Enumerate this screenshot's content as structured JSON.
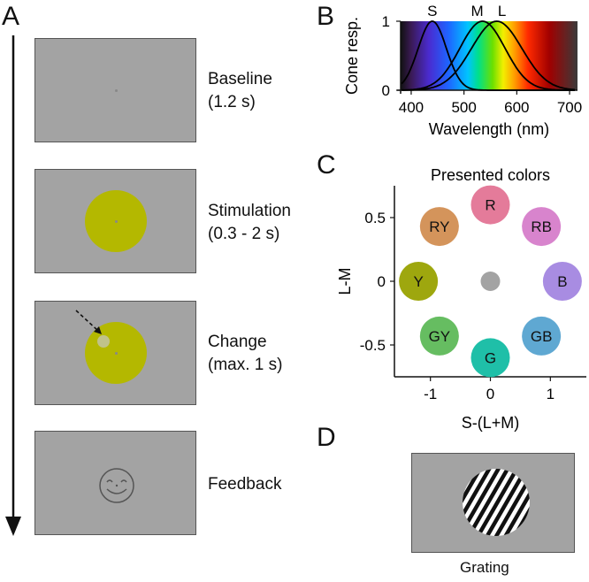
{
  "panelA": {
    "letter": "A",
    "steps": [
      {
        "label": "Baseline\n(1.2 s)"
      },
      {
        "label": "Stimulation\n(0.3 - 2 s)"
      },
      {
        "label": "Change\n(max. 1 s)"
      },
      {
        "label": "Feedback"
      }
    ],
    "colors": {
      "screen": "#a3a3a3",
      "stimulus": "#b4b800",
      "fixation": "#888888"
    }
  },
  "panelB": {
    "letter": "B",
    "chart_data": {
      "type": "line",
      "xlabel": "Wavelength (nm)",
      "ylabel": "Cone resp.",
      "xlim": [
        380,
        715
      ],
      "ylim": [
        0,
        1
      ],
      "xticks": [
        400,
        500,
        600,
        700
      ],
      "yticks": [
        0,
        1
      ],
      "series": [
        {
          "name": "S",
          "peak_nm": 440,
          "width_nm": 28
        },
        {
          "name": "M",
          "peak_nm": 535,
          "width_nm": 45
        },
        {
          "name": "L",
          "peak_nm": 562,
          "width_nm": 50
        }
      ],
      "background": "visible spectrum"
    }
  },
  "panelC": {
    "letter": "C",
    "chart_data": {
      "type": "scatter",
      "title": "Presented colors",
      "xlabel": "S-(L+M)",
      "ylabel": "L-M",
      "xticks": [
        -1,
        0,
        1
      ],
      "yticks": [
        0.5,
        0,
        -0.5
      ],
      "xlim": [
        -1.6,
        1.6
      ],
      "ylim": [
        -0.75,
        0.75
      ],
      "points": [
        {
          "label": "R",
          "x": 0,
          "y": 0.6,
          "color": "#e47b9a"
        },
        {
          "label": "RB",
          "x": 0.85,
          "y": 0.43,
          "color": "#d884cd"
        },
        {
          "label": "B",
          "x": 1.2,
          "y": 0,
          "color": "#a88ce2"
        },
        {
          "label": "GB",
          "x": 0.85,
          "y": -0.43,
          "color": "#5fa8d2"
        },
        {
          "label": "G",
          "x": 0,
          "y": -0.6,
          "color": "#1fbfa8"
        },
        {
          "label": "GY",
          "x": -0.85,
          "y": -0.43,
          "color": "#66bd61"
        },
        {
          "label": "Y",
          "x": -1.2,
          "y": 0,
          "color": "#9ea70e"
        },
        {
          "label": "RY",
          "x": -0.85,
          "y": 0.43,
          "color": "#d4945b"
        },
        {
          "label": "",
          "x": 0,
          "y": 0,
          "color": "#a3a3a3"
        }
      ]
    }
  },
  "panelD": {
    "letter": "D",
    "label": "Grating"
  }
}
